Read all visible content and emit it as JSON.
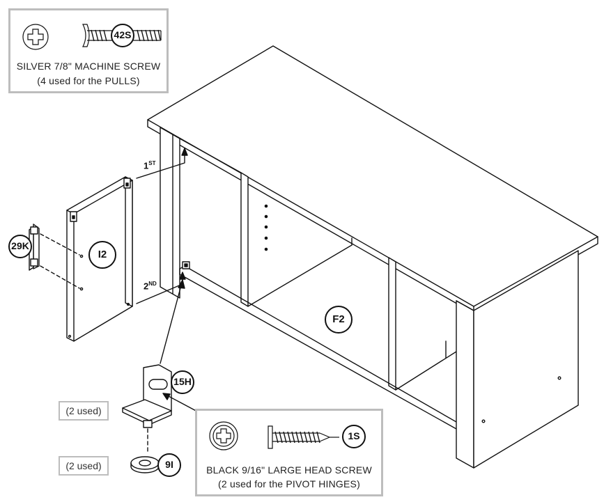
{
  "top_box": {
    "icon": "phillips-head-icon",
    "callout": "42S",
    "line1": "SILVER 7/8\" MACHINE SCREW",
    "line2": "(4 used for the PULLS)"
  },
  "bottom_box": {
    "icon": "phillips-head-icon",
    "callout": "1S",
    "line1": "BLACK 9/16\" LARGE HEAD SCREW",
    "line2": "(2 used for the PIVOT HINGES)"
  },
  "used_labels": {
    "hinge": "(2 used)",
    "washer": "(2 used)"
  },
  "callouts": {
    "pull": "29K",
    "door": "I2",
    "hinge": "15H",
    "washer": "9I",
    "cabinet": "F2"
  },
  "steps": {
    "first_num": "1",
    "first_sup": "ST",
    "second_num": "2",
    "second_sup": "ND"
  },
  "colors": {
    "line": "#111111",
    "box_border": "#bdbdbd"
  }
}
